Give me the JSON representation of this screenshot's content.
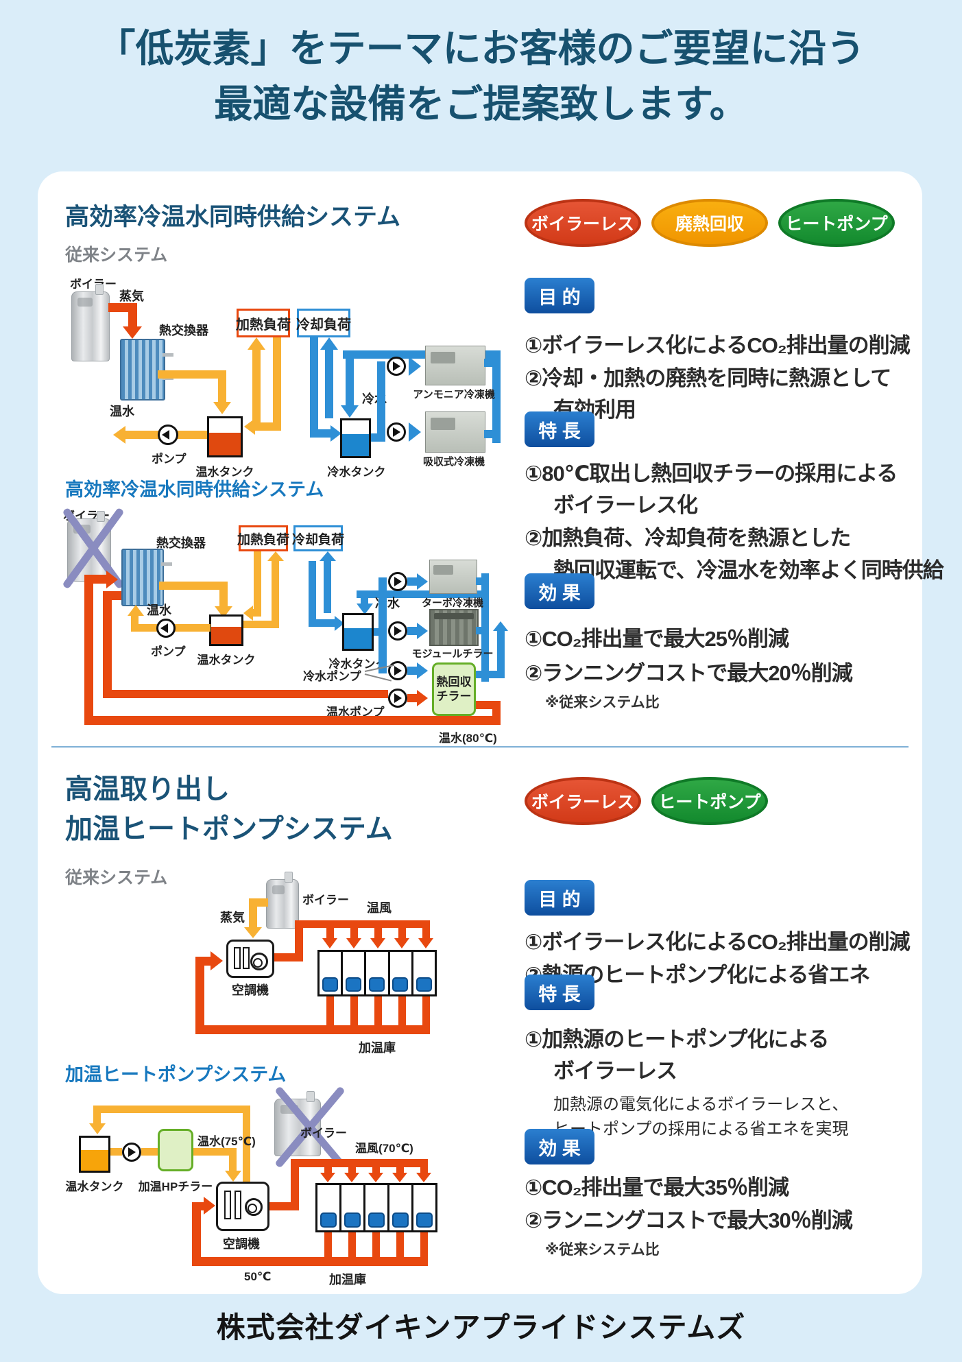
{
  "page": {
    "title1": "「低炭素」をテーマにお客様のご要望に沿う",
    "title2": "最適な設備をご提案致します。",
    "footer": "株式会社ダイキンアプライドシステムズ"
  },
  "tags": {
    "purpose": "目 的",
    "feature": "特 長",
    "effect": "効 果"
  },
  "badges": {
    "boilerless": "ボイラーレス",
    "waste": "廃熱回収",
    "hp": "ヒートポンプ"
  },
  "colors": {
    "accent_red": "#E8480F",
    "accent_orange": "#F8B133",
    "accent_blue": "#2E8FD6",
    "badge_red": "#D23A18",
    "badge_orange": "#F09500",
    "badge_green": "#138A2E",
    "tag_blue": "#0E4E9E",
    "heading_blue": "#1A5377",
    "subheading_blue": "#1778BE"
  },
  "s1": {
    "title": "高効率冷温水同時供給システム",
    "conv": "従来システム",
    "new": "高効率冷温水同時供給システム",
    "purpose": [
      "①ボイラーレス化によるCO₂排出量の削減",
      "②冷却・加熱の廃熱を同時に熱源として",
      "有効利用"
    ],
    "feature": [
      "①80℃取出し熱回収チラーの採用による",
      "ボイラーレス化",
      "②加熱負荷、冷却負荷を熱源とした",
      "熱回収運転で、冷温水を効率よく同時供給"
    ],
    "effect": [
      "①CO₂排出量で最大25％削減",
      "②ランニングコストで最大20％削減"
    ],
    "effect_note": "※従来システム比"
  },
  "s2": {
    "title1": "高温取り出し",
    "title2": "加温ヒートポンプシステム",
    "conv": "従来システム",
    "new": "加温ヒートポンプシステム",
    "purpose": [
      "①ボイラーレス化によるCO₂排出量の削減",
      "②熱源のヒートポンプ化による省エネ"
    ],
    "feature": [
      "①加熱源のヒートポンプ化による",
      "ボイラーレス"
    ],
    "feature_sub": [
      "加熱源の電気化によるボイラーレスと、",
      "ヒートポンプの採用による省エネを実現"
    ],
    "effect": [
      "①CO₂排出量で最大35％削減",
      "②ランニングコストで最大30％削減"
    ],
    "effect_note": "※従来システム比"
  },
  "d1": {
    "boiler": "ボイラー",
    "steam": "蒸気",
    "hex": "熱交換器",
    "heat_load": "加熱負荷",
    "cool_load": "冷却負荷",
    "hot_water": "温水",
    "pump": "ポンプ",
    "hot_tank": "温水タンク",
    "cold_water": "冷水",
    "cold_tank": "冷水タンク",
    "ammonia": "アンモニア冷凍機",
    "absorption": "吸収式冷凍機"
  },
  "d2": {
    "boiler": "ボイラー",
    "hex": "熱交換器",
    "heat_load": "加熱負荷",
    "cool_load": "冷却負荷",
    "hot_water": "温水",
    "pump": "ポンプ",
    "hot_tank": "温水タンク",
    "cold_water": "冷水",
    "cold_tank": "冷水タンク",
    "turbo": "ターボ冷凍機",
    "module": "モジュールチラー",
    "cold_pump": "冷水ポンプ",
    "hot_pump": "温水ポンプ",
    "recovery1": "熱回収",
    "recovery2": "チラー",
    "hot80": "温水(80℃)"
  },
  "d3": {
    "boiler": "ボイラー",
    "steam": "蒸気",
    "ahu": "空調機",
    "warm_air": "温風",
    "chamber": "加温庫"
  },
  "d4": {
    "hot_tank": "温水タンク",
    "hp_chiller": "加温HPチラー",
    "hot75": "温水(75℃)",
    "boiler": "ボイラー",
    "warm_air": "温風(70℃)",
    "ahu": "空調機",
    "t50": "50℃",
    "chamber": "加温庫"
  }
}
